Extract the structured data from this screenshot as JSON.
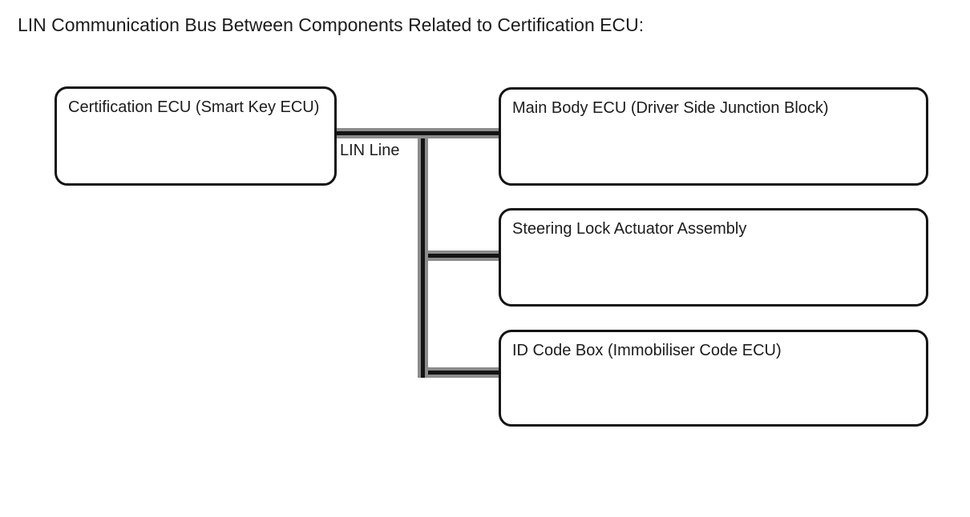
{
  "title": "LIN Communication Bus Between Components Related to Certification ECU:",
  "diagram": {
    "bus_label": "LIN Line",
    "nodes": [
      {
        "id": "certification-ecu",
        "label": "Certification ECU (Smart Key ECU)"
      },
      {
        "id": "main-body-ecu",
        "label": "Main Body ECU (Driver Side Junction Block)"
      },
      {
        "id": "steering-lock-actuator",
        "label": "Steering Lock Actuator Assembly"
      },
      {
        "id": "id-code-box",
        "label": "ID Code Box (Immobiliser Code ECU)"
      }
    ],
    "colors": {
      "background": "#ffffff",
      "text": "#1c1c1c",
      "box_border": "#141414",
      "line_core": "#141414",
      "line_edge": "#8c8c8c"
    }
  }
}
